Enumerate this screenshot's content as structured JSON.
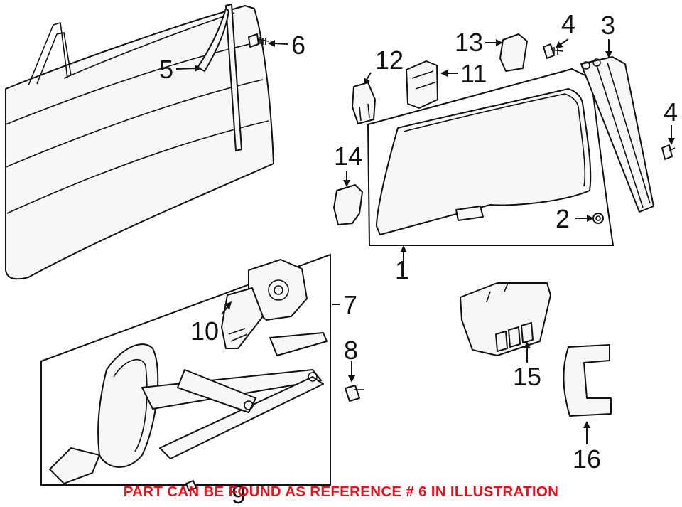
{
  "diagram": {
    "callouts": [
      {
        "id": "1",
        "label": "1"
      },
      {
        "id": "2",
        "label": "2"
      },
      {
        "id": "3",
        "label": "3"
      },
      {
        "id": "4a",
        "label": "4"
      },
      {
        "id": "4b",
        "label": "4"
      },
      {
        "id": "5",
        "label": "5"
      },
      {
        "id": "6",
        "label": "6"
      },
      {
        "id": "7",
        "label": "7"
      },
      {
        "id": "8",
        "label": "8"
      },
      {
        "id": "9",
        "label": "9"
      },
      {
        "id": "10",
        "label": "10"
      },
      {
        "id": "11",
        "label": "11"
      },
      {
        "id": "12",
        "label": "12"
      },
      {
        "id": "13",
        "label": "13"
      },
      {
        "id": "14",
        "label": "14"
      },
      {
        "id": "15",
        "label": "15"
      },
      {
        "id": "16",
        "label": "16"
      }
    ]
  },
  "notice": {
    "text": "PART CAN BE FOUND AS REFERENCE # 6 IN ILLUSTRATION",
    "color": "#e8101a"
  }
}
